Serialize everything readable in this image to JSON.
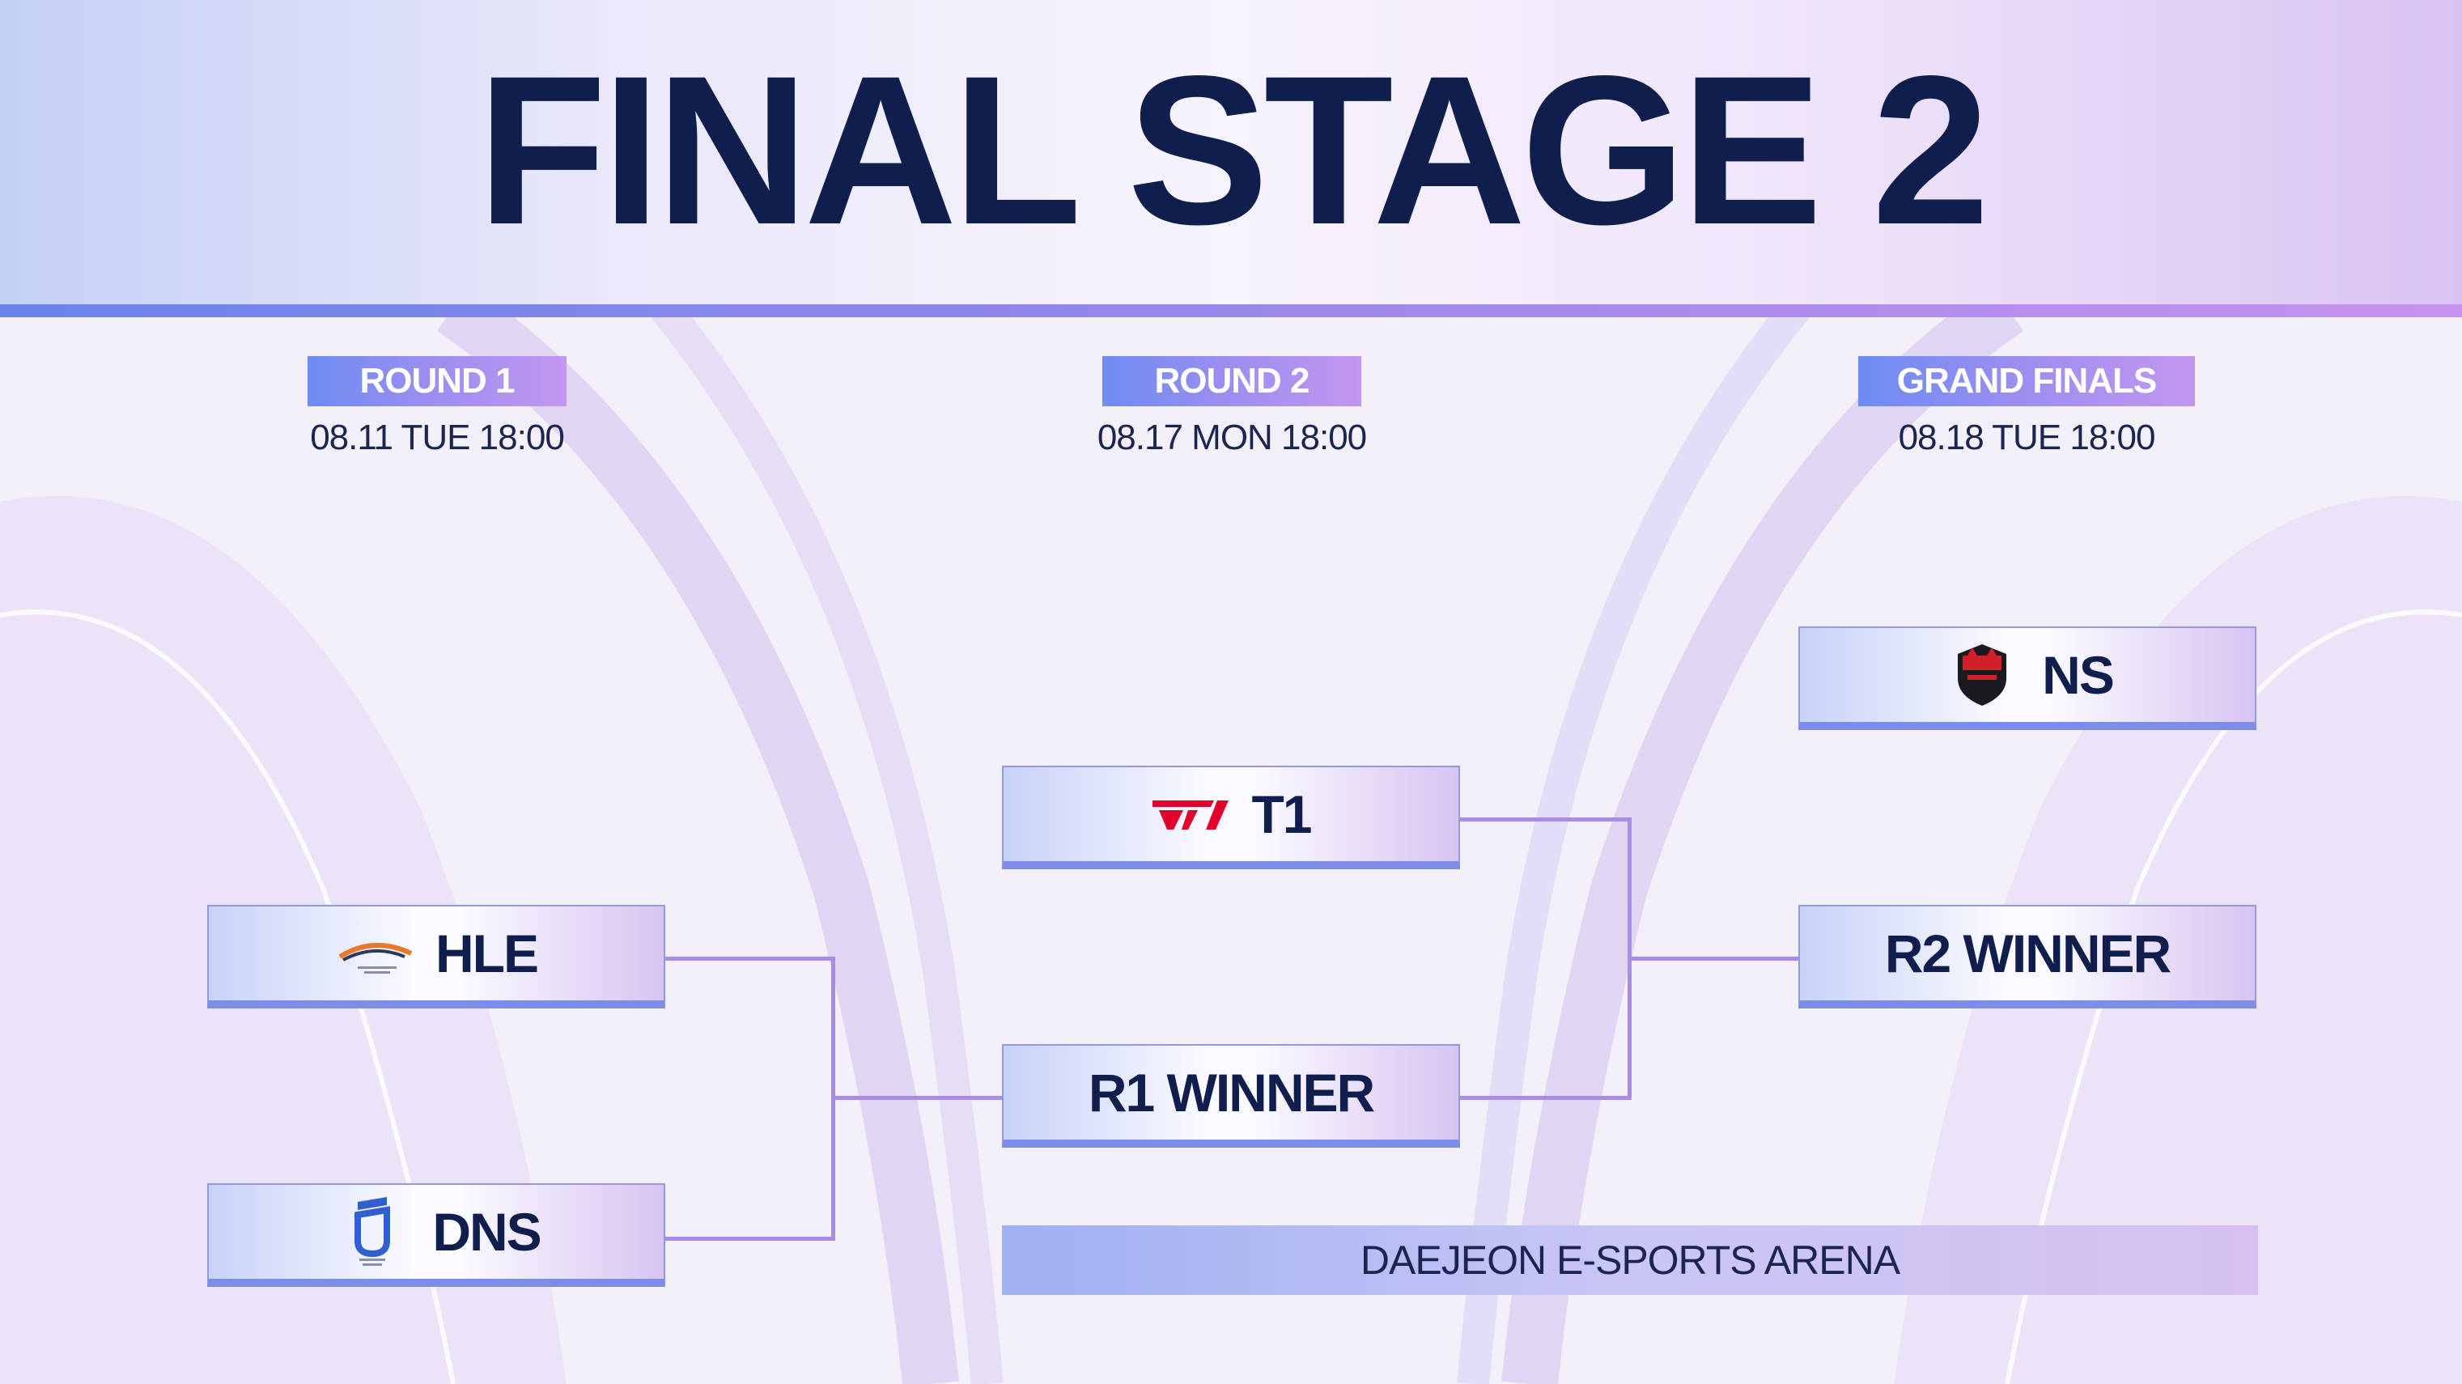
{
  "title": "FINAL STAGE 2",
  "rounds": [
    {
      "label": "ROUND 1",
      "date": "08.11 TUE 18:00"
    },
    {
      "label": "ROUND 2",
      "date": "08.17 MON 18:00"
    },
    {
      "label": "GRAND FINALS",
      "date": "08.18 TUE 18:00"
    }
  ],
  "teams": {
    "hle": "HLE",
    "dns": "DNS",
    "t1": "T1",
    "r1_winner": "R1 WINNER",
    "ns": "NS",
    "r2_winner": "R2 WINNER"
  },
  "venue": "DAEJEON E-SPORTS ARENA",
  "colors": {
    "navy": "#0f1e4c",
    "accent_blue": "#6e8cf0",
    "accent_purple": "#c297ef",
    "connector": "#a98ce8"
  },
  "icons": {
    "hle": "hanwha-life-esports-logo",
    "dns": "dns-logo",
    "t1": "t1-logo",
    "ns": "nongshim-redforce-logo"
  }
}
